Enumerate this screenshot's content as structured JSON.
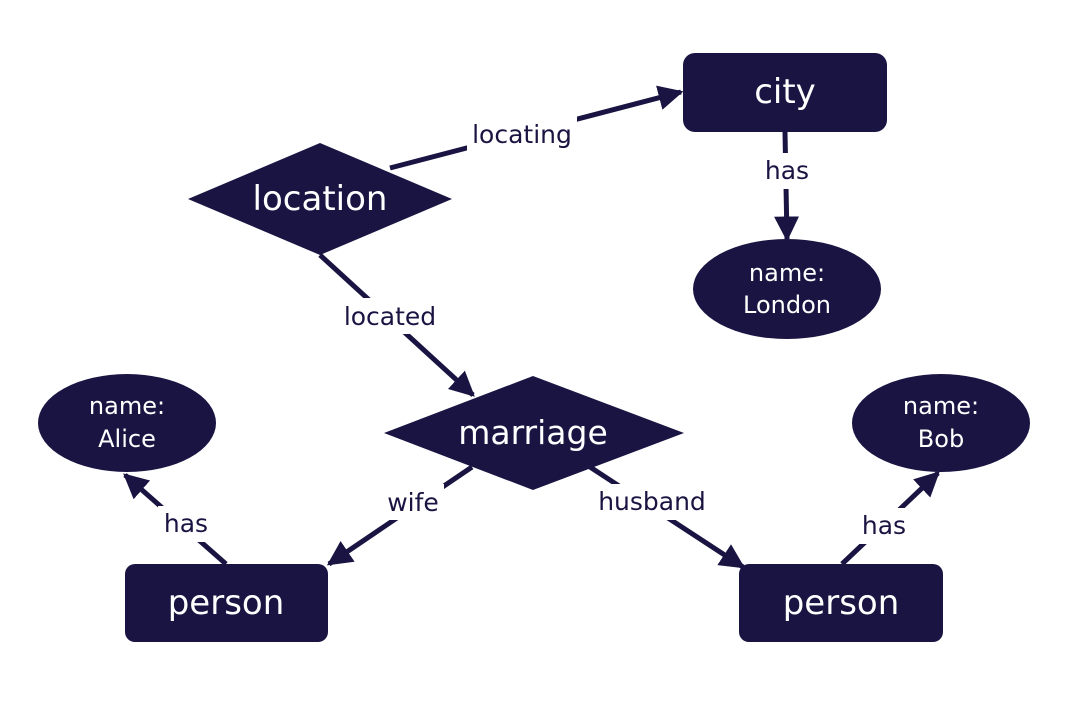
{
  "colors": {
    "node_fill": "#1a1442",
    "node_text": "#ffffff",
    "edge": "#1a1442",
    "background": "#ffffff"
  },
  "nodes": {
    "city": "city",
    "location": "location",
    "marriage": "marriage",
    "person_left": "person",
    "person_right": "person",
    "london": {
      "line1": "name:",
      "line2": "London"
    },
    "alice": {
      "line1": "name:",
      "line2": "Alice"
    },
    "bob": {
      "line1": "name:",
      "line2": "Bob"
    }
  },
  "edges": {
    "locating": "locating",
    "city_has": "has",
    "located": "located",
    "wife": "wife",
    "husband": "husband",
    "alice_has": "has",
    "bob_has": "has"
  }
}
